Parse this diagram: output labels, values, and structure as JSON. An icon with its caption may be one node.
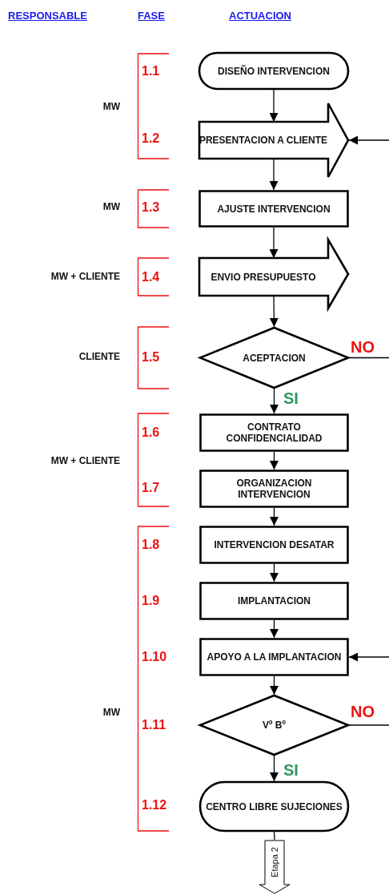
{
  "diagram": {
    "nodes": [
      {
        "text": [
          "DISEÑO INTERVENCION"
        ]
      },
      {
        "text": [
          "PRESENTACION A CLIENTE"
        ]
      },
      {
        "text": [
          "AJUSTE INTERVENCION"
        ]
      },
      {
        "text": [
          "ENVIO PRESUPUESTO"
        ]
      },
      {
        "text": [
          "ACEPTACION"
        ]
      },
      {
        "text": [
          "CONTRATO CONFIDENCIALIDAD"
        ]
      },
      {
        "text": [
          "ORGANIZACION INTERVENCION"
        ]
      },
      {
        "text": [
          "INTERVENCION DESATAR"
        ]
      },
      {
        "text": [
          "IMPLANTACION"
        ]
      },
      {
        "text": [
          "APOYO A LA IMPLANTACION"
        ]
      },
      {
        "text": [
          "Vº Bº"
        ]
      },
      {
        "text": [
          "CENTRO LIBRE SUJECIONES"
        ]
      },
      {
        "text": [
          "Etapa 2"
        ]
      }
    ],
    "edges": [
      {
        "from": 0,
        "to": 1,
        "arrow": "to"
      },
      {
        "from": null,
        "to": 1,
        "arrow": "to"
      },
      {
        "from": 1,
        "to": 2,
        "arrow": "to"
      },
      {
        "from": 2,
        "to": 3,
        "arrow": "to"
      },
      {
        "from": 3,
        "to": 4,
        "arrow": "to"
      },
      {
        "from": 4,
        "to": null,
        "arrow": "none",
        "label": "NO"
      },
      {
        "from": 4,
        "to": 5,
        "arrow": "to",
        "label": "SI"
      },
      {
        "from": 5,
        "to": 6,
        "arrow": "to"
      },
      {
        "from": 6,
        "to": 7,
        "arrow": "to"
      },
      {
        "from": 7,
        "to": 8,
        "arrow": "to"
      },
      {
        "from": 8,
        "to": 9,
        "arrow": "to"
      },
      {
        "from": null,
        "to": 9,
        "arrow": "to"
      },
      {
        "from": 9,
        "to": 10,
        "arrow": "to"
      },
      {
        "from": 10,
        "to": null,
        "arrow": "none",
        "label": "NO"
      },
      {
        "from": 10,
        "to": 11,
        "arrow": "to",
        "label": "SI"
      },
      {
        "from": 11,
        "to": 12,
        "arrow": "none"
      }
    ],
    "labels": [
      "RESPONSABLE",
      "FASE",
      "ACTUACION",
      "1.1",
      "MW",
      "1.2",
      "MW",
      "1.3",
      "MW + CLIENTE",
      "1.4",
      "CLIENTE",
      "1.5",
      "1.6",
      "MW + CLIENTE",
      "1.7",
      "1.8",
      "1.9",
      "1.10",
      "MW",
      "1.11",
      "1.12"
    ]
  }
}
